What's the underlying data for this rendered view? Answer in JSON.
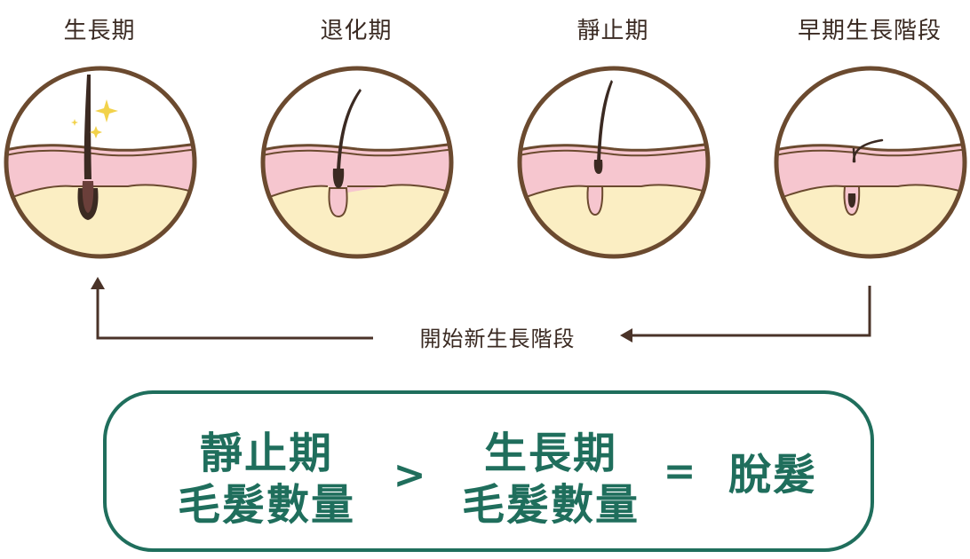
{
  "stages": [
    {
      "label": "生長期"
    },
    {
      "label": "退化期"
    },
    {
      "label": "靜止期"
    },
    {
      "label": "早期生長階段"
    }
  ],
  "cycle_label": "開始新生長階段",
  "formula": {
    "left_line1": "靜止期",
    "left_line2": "毛髮數量",
    "operator": ">",
    "right_line1": "生長期",
    "right_line2": "毛髮數量",
    "equals": "=",
    "result": "脫髮"
  },
  "colors": {
    "outline": "#6b4a2f",
    "skin": "#f6c6cf",
    "fat": "#fbeec3",
    "hair": "#3b2a22",
    "sparkle": "#f2d24a",
    "accent": "#1f6e5c",
    "arrow": "#4a3328"
  }
}
